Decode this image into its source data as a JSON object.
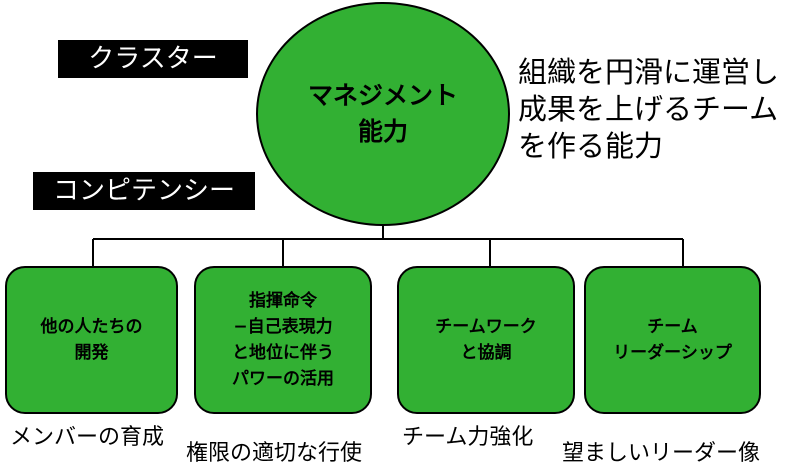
{
  "labels": {
    "cluster": "クラスター",
    "competency": "コンピテンシー"
  },
  "center": {
    "title": "マネジメント\n能力"
  },
  "description": "組織を円滑に運営し\n成果を上げるチーム\nを作る能力",
  "competencies": [
    {
      "box": "他の人たちの\n開発",
      "caption": "メンバーの育成"
    },
    {
      "box": "指揮命令\n−自己表現力\nと地位に伴う\nパワーの活用",
      "caption": "権限の適切な行使"
    },
    {
      "box": "チームワーク\nと協調",
      "caption": "チーム力強化"
    },
    {
      "box": "チーム\nリーダーシップ",
      "caption": "望ましいリーダー像"
    }
  ],
  "colors": {
    "node_fill": "#32b033",
    "label_bg": "#000000",
    "line": "#000000"
  }
}
